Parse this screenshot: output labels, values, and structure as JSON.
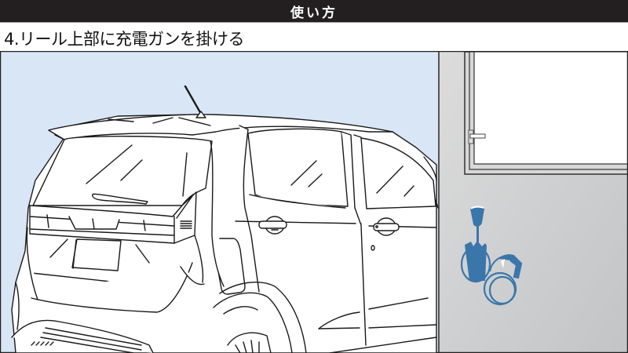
{
  "header": {
    "title": "使い方"
  },
  "step": {
    "number": "4.",
    "title": "4.リール上部に充電ガンを掛ける"
  },
  "illustration": {
    "description": "Rear three-quarter view of a car parked next to a garage wall with a window; a charging gun is hung on top of a cable reel mounted on the wall",
    "icons": [
      "car-illustration",
      "garage-window-icon",
      "charging-gun-icon",
      "cable-reel-icon"
    ],
    "colors": {
      "sky": "#d9e6f5",
      "wall": "#d4d4d4",
      "window_glass": "#ffffff",
      "charger": "#3a76aa",
      "outline": "#1a1a1a",
      "header_bg": "#231f20",
      "header_text": "#ffffff"
    }
  }
}
